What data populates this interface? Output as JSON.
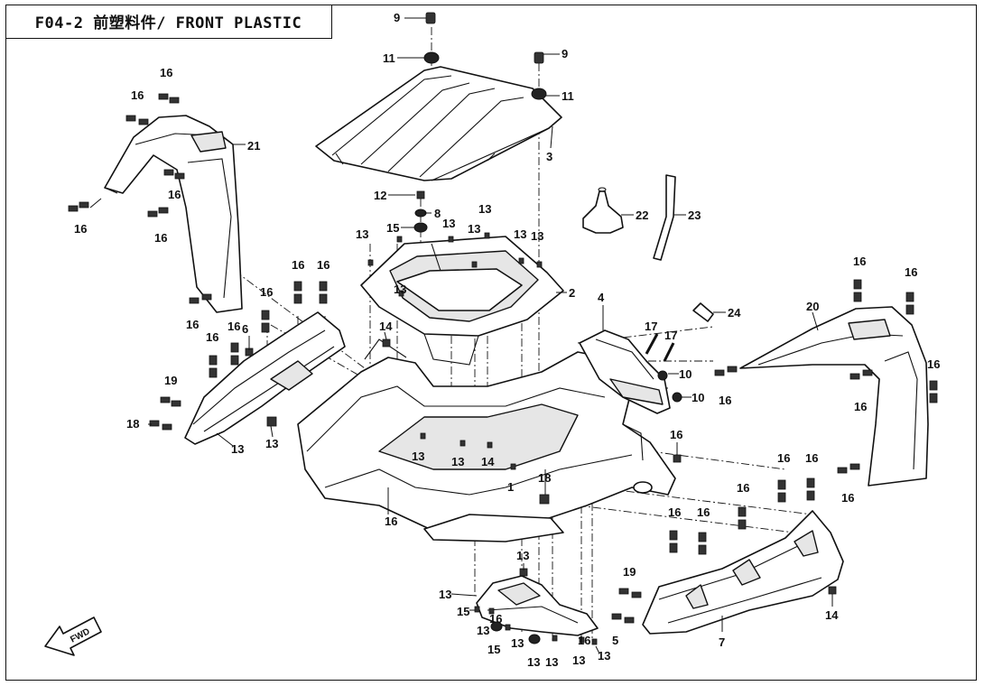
{
  "title": "F04-2 前塑料件/ FRONT PLASTIC",
  "fwd_label": "FWD",
  "callouts": [
    {
      "id": "c9a",
      "text": "9"
    },
    {
      "id": "c11a",
      "text": "11"
    },
    {
      "id": "c9b",
      "text": "9"
    },
    {
      "id": "c11b",
      "text": "11"
    },
    {
      "id": "c3",
      "text": "3"
    },
    {
      "id": "c21",
      "text": "21"
    },
    {
      "id": "c16a",
      "text": "16"
    },
    {
      "id": "c16b",
      "text": "16"
    },
    {
      "id": "c16c",
      "text": "16"
    },
    {
      "id": "c16d",
      "text": "16"
    },
    {
      "id": "c16e",
      "text": "16"
    },
    {
      "id": "c16f",
      "text": "16"
    },
    {
      "id": "c12",
      "text": "12"
    },
    {
      "id": "c8",
      "text": "8"
    },
    {
      "id": "c15a",
      "text": "15"
    },
    {
      "id": "c13a",
      "text": "13"
    },
    {
      "id": "c13b",
      "text": "13"
    },
    {
      "id": "c13c",
      "text": "13"
    },
    {
      "id": "c13d",
      "text": "13"
    },
    {
      "id": "c13e",
      "text": "13"
    },
    {
      "id": "c13f",
      "text": "13"
    },
    {
      "id": "c13g",
      "text": "13"
    },
    {
      "id": "c22",
      "text": "22"
    },
    {
      "id": "c23",
      "text": "23"
    },
    {
      "id": "c2",
      "text": "2"
    },
    {
      "id": "c4",
      "text": "4"
    },
    {
      "id": "c24",
      "text": "24"
    },
    {
      "id": "c17a",
      "text": "17"
    },
    {
      "id": "c17b",
      "text": "17"
    },
    {
      "id": "c10a",
      "text": "10"
    },
    {
      "id": "c10b",
      "text": "10"
    },
    {
      "id": "c20",
      "text": "20"
    },
    {
      "id": "c16g",
      "text": "16"
    },
    {
      "id": "c16h",
      "text": "16"
    },
    {
      "id": "c16i",
      "text": "16"
    },
    {
      "id": "c16j",
      "text": "16"
    },
    {
      "id": "c16k",
      "text": "16"
    },
    {
      "id": "c16l",
      "text": "16"
    },
    {
      "id": "c16m",
      "text": "16"
    },
    {
      "id": "c16n",
      "text": "16"
    },
    {
      "id": "c16o",
      "text": "16"
    },
    {
      "id": "c16p",
      "text": "16"
    },
    {
      "id": "c16q",
      "text": "16"
    },
    {
      "id": "c19a",
      "text": "19"
    },
    {
      "id": "c18a",
      "text": "18"
    },
    {
      "id": "c6",
      "text": "6"
    },
    {
      "id": "c14a",
      "text": "14"
    },
    {
      "id": "c13h",
      "text": "13"
    },
    {
      "id": "c13i",
      "text": "13"
    },
    {
      "id": "c13j",
      "text": "13"
    },
    {
      "id": "c13k",
      "text": "13"
    },
    {
      "id": "c14b",
      "text": "14"
    },
    {
      "id": "c1",
      "text": "1"
    },
    {
      "id": "c18b",
      "text": "18"
    },
    {
      "id": "c16r",
      "text": "16"
    },
    {
      "id": "c16s",
      "text": "16"
    },
    {
      "id": "c16t",
      "text": "16"
    },
    {
      "id": "c16u",
      "text": "16"
    },
    {
      "id": "c16v",
      "text": "16"
    },
    {
      "id": "c16w",
      "text": "16"
    },
    {
      "id": "c16x",
      "text": "16"
    },
    {
      "id": "c19b",
      "text": "19"
    },
    {
      "id": "c5",
      "text": "5"
    },
    {
      "id": "c14c",
      "text": "14"
    },
    {
      "id": "c7",
      "text": "7"
    },
    {
      "id": "c13l",
      "text": "13"
    },
    {
      "id": "c13m",
      "text": "13"
    },
    {
      "id": "c15b",
      "text": "15"
    },
    {
      "id": "c13n",
      "text": "13"
    },
    {
      "id": "c15c",
      "text": "15"
    },
    {
      "id": "c13o",
      "text": "13"
    },
    {
      "id": "c13p",
      "text": "13"
    },
    {
      "id": "c13q",
      "text": "13"
    },
    {
      "id": "c13r",
      "text": "13"
    },
    {
      "id": "c13s",
      "text": "13"
    },
    {
      "id": "c16y",
      "text": "16"
    },
    {
      "id": "c16z",
      "text": "16"
    }
  ]
}
